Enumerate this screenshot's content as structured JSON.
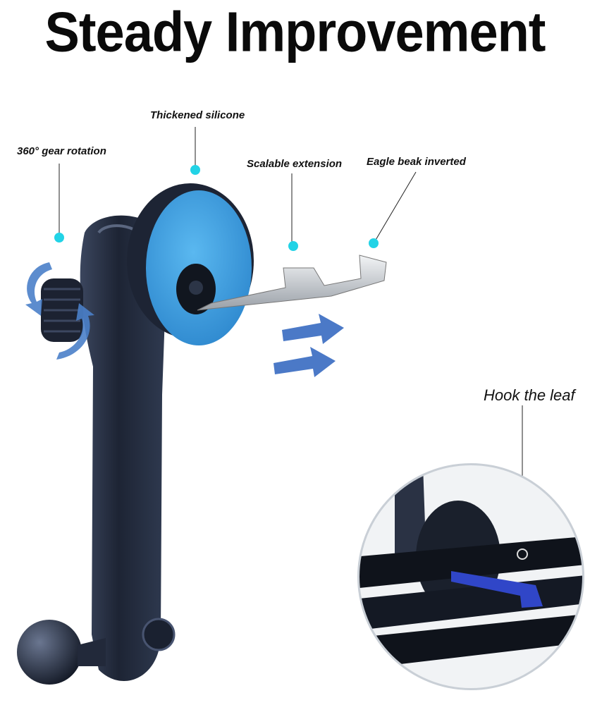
{
  "title": "Steady Improvement",
  "callouts": {
    "gear_rotation": "360° gear rotation",
    "thickened_silicone": "Thickened silicone",
    "scalable_extension": "Scalable extension",
    "eagle_beak": "Eagle beak inverted",
    "hook_leaf": "Hook the leaf"
  },
  "colors": {
    "dot": "#22d3e6",
    "silicone": "#3fa1e3",
    "arm": "#2a3346",
    "arrow": "#4b79c7",
    "hook": "#3046c8"
  }
}
